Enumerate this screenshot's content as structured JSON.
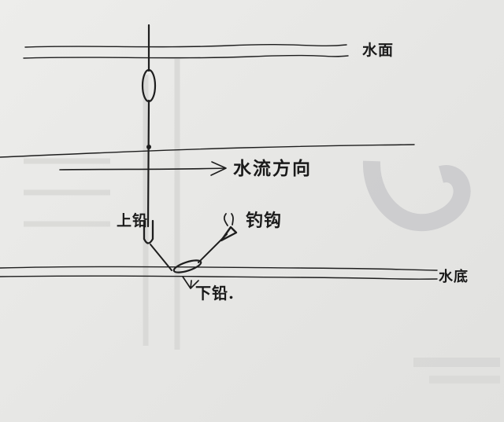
{
  "labels": {
    "water_surface": "水面",
    "flow_direction": "水流方向",
    "upper_sinker": "上铅",
    "hook": "钓钩",
    "water_bottom": "水底",
    "lower_sinker": "下铅."
  }
}
